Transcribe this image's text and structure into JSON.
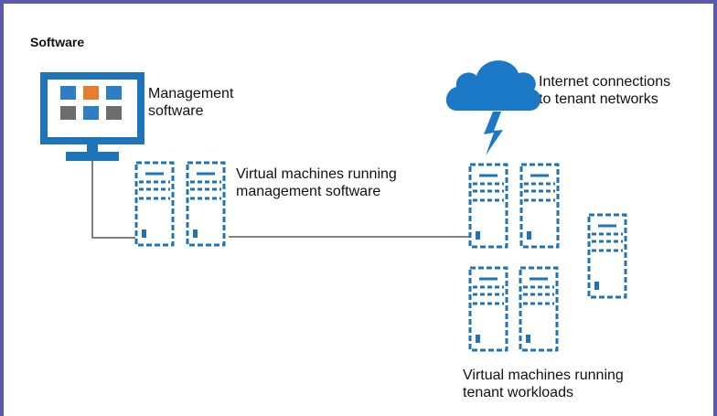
{
  "title": "Software",
  "labels": {
    "management_software": "Management\nsoftware",
    "management_vms": "Virtual machines running\nmanagement software",
    "internet_connections": "Internet connections\nto tenant networks",
    "tenant_vms": "Virtual machines running\ntenant workloads"
  },
  "colors": {
    "frame": "#5b58a8",
    "monitor": "#1f73b7",
    "tile_blue": "#2f7dc2",
    "tile_orange": "#e87d2f",
    "tile_gray": "#6d6d6d",
    "cloud": "#1a78c6",
    "server": "#1f73b7",
    "connector": "#808080"
  },
  "icons": {
    "monitor": "monitor-icon",
    "cloud": "cloud-icon",
    "lightning": "lightning-icon",
    "server": "server-icon"
  }
}
